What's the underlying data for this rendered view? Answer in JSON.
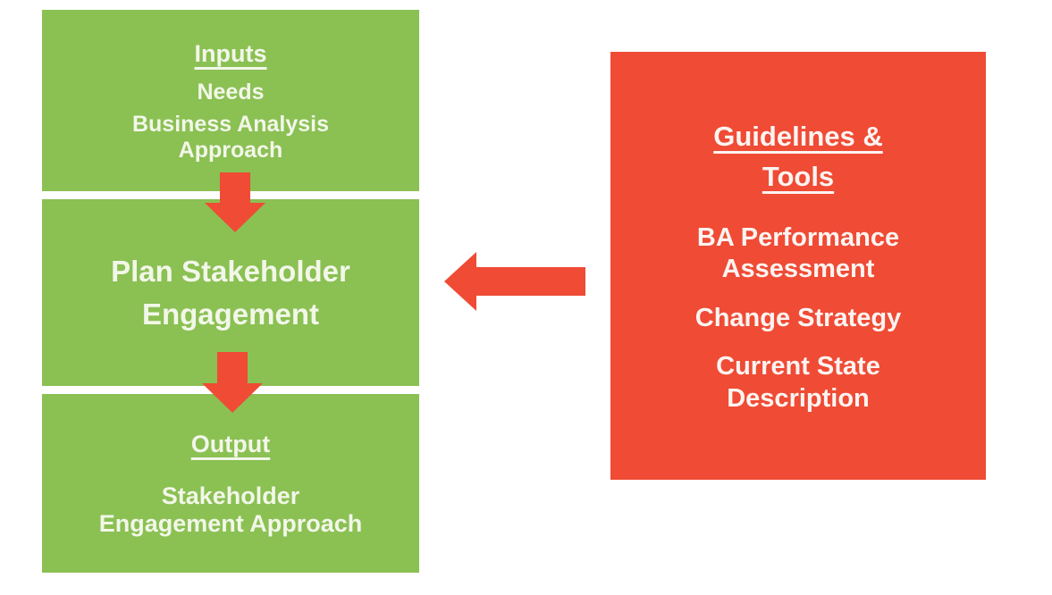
{
  "diagram": {
    "colors": {
      "background": "#FFFFFF",
      "box_green": "#8BC053",
      "accent_red": "#EF4B35",
      "text_on_green": "#F2F7E9",
      "text_on_red": "#FCF4F1"
    },
    "inputs_box": {
      "heading": "Inputs",
      "items": [
        "Needs",
        "Business Analysis Approach"
      ]
    },
    "task_box": {
      "label": "Plan Stakeholder Engagement"
    },
    "output_box": {
      "heading": "Output",
      "items": [
        "Stakeholder Engagement Approach"
      ]
    },
    "guidelines_box": {
      "heading": "Guidelines & Tools",
      "items": [
        "BA Performance Assessment",
        "Change Strategy",
        "Current State Description"
      ]
    }
  }
}
